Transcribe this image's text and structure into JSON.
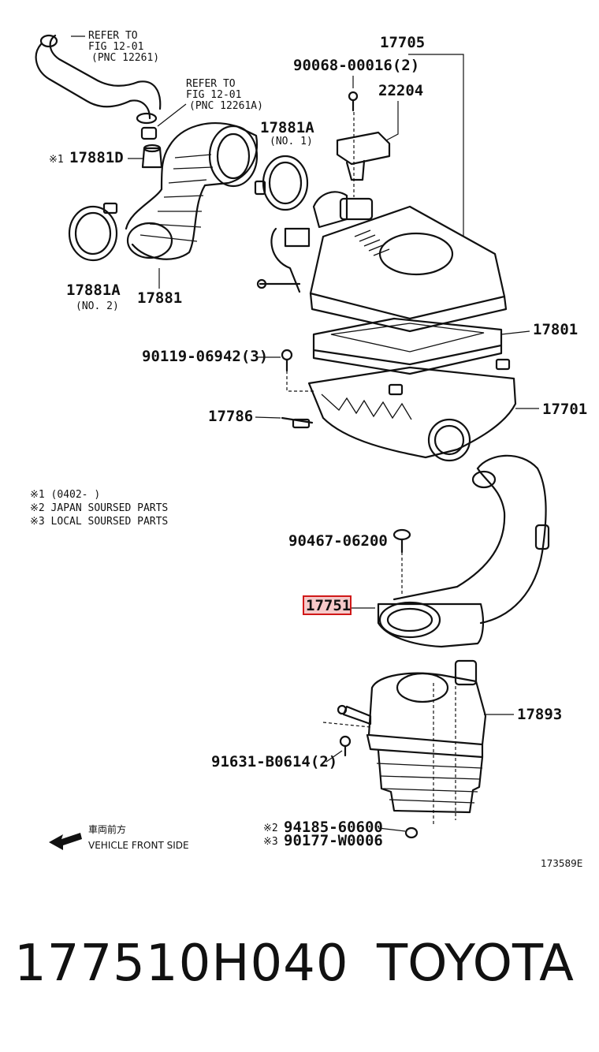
{
  "diagram": {
    "refs": [
      {
        "line1": "REFER TO",
        "line2": "FIG  12-01",
        "line3": "(PNC  12261)"
      },
      {
        "line1": "REFER TO",
        "line2": "FIG  12-01",
        "line3": "(PNC  12261A)"
      }
    ],
    "labels": {
      "p17705": "17705",
      "p90068": "90068-00016(2)",
      "p22204": "22204",
      "p17881A_top": "17881A",
      "p17881A_top_sub": "(NO. 1)",
      "p17881D_mark": "※1",
      "p17881D": "17881D",
      "p17881A_left": "17881A",
      "p17881A_left_sub": "(NO. 2)",
      "p17881": "17881",
      "p17801": "17801",
      "p90119": "90119-06942(3)",
      "p17786": "17786",
      "p17701": "17701",
      "p90467": "90467-06200",
      "p17751": "17751",
      "p17893": "17893",
      "p91631": "91631-B0614(2)",
      "p94185_mark": "※2",
      "p94185": "94185-60600",
      "p90177_mark": "※3",
      "p90177": "90177-W0006"
    },
    "notes": [
      "※1  (0402-      )",
      "※2  JAPAN  SOURSED  PARTS",
      "※3  LOCAL  SOURSED  PARTS"
    ],
    "front_jp": "車両前方",
    "front_en": "VEHICLE FRONT SIDE",
    "diagram_id": "173589E",
    "highlight_color": "#d01818"
  },
  "footer": {
    "part_number": "177510H040",
    "brand": "TOYOTA"
  }
}
